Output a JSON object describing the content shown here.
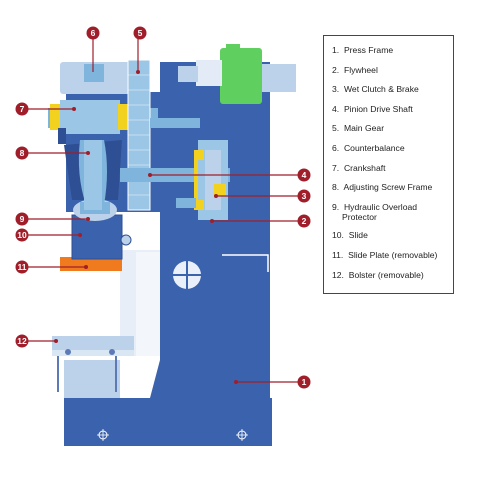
{
  "colors": {
    "frame_blue": "#3b63ad",
    "frame_dark": "#2e4f93",
    "light_blue": "#bcd2ea",
    "cyan_part": "#7fb4dd",
    "yellow": "#f2d21f",
    "motor_green": "#5fd05f",
    "slide_plate_orange": "#f07a1e",
    "callout_red": "#a01e2a",
    "legend_border": "#a01e2a"
  },
  "callouts": [
    {
      "number": "1"
    },
    {
      "number": "2"
    },
    {
      "number": "3"
    },
    {
      "number": "4"
    },
    {
      "number": "5"
    },
    {
      "number": "6"
    },
    {
      "number": "7"
    },
    {
      "number": "8"
    },
    {
      "number": "9"
    },
    {
      "number": "10"
    },
    {
      "number": "11"
    },
    {
      "number": "12"
    }
  ],
  "legend": [
    {
      "number": "1.",
      "label": "Press Frame"
    },
    {
      "number": "2.",
      "label": "Flywheel"
    },
    {
      "number": "3.",
      "label": "Wet Clutch & Brake"
    },
    {
      "number": "4.",
      "label": "Pinion Drive Shaft"
    },
    {
      "number": "5.",
      "label": "Main Gear"
    },
    {
      "number": "6.",
      "label": "Counterbalance"
    },
    {
      "number": "7.",
      "label": "Crankshaft"
    },
    {
      "number": "8.",
      "label": "Adjusting Screw Frame"
    },
    {
      "number": "9.",
      "label": "Hydraulic Overload",
      "label_line2": "Protector"
    },
    {
      "number": "10.",
      "label": "Slide"
    },
    {
      "number": "11.",
      "label": "Slide Plate (removable)"
    },
    {
      "number": "12.",
      "label": "Bolster (removable)"
    }
  ]
}
